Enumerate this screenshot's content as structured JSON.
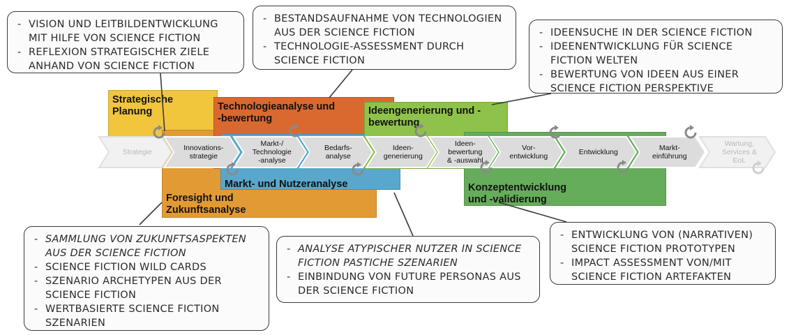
{
  "callouts": {
    "strategy": {
      "items": [
        "Vision und Leitbildentwicklung mit Hilfe von Science Fiction",
        "Reflexion strategischer Ziele anhand von Science Fiction"
      ]
    },
    "technology": {
      "items": [
        "Bestandsaufnahme von Technologien aus der Science Fiction",
        "Technologie-Assessment durch Science Fiction"
      ]
    },
    "ideas": {
      "items": [
        "Ideensuche in der Science Fiction",
        "Ideenentwicklung für Science Fiction Welten",
        "Bewertung von Ideen aus einer Science Fiction Perspektive"
      ]
    },
    "foresight": {
      "items": [
        "Sammlung von Zukunftsaspekten aus der Science Fiction",
        "Science Fiction Wild Cards",
        "Szenario Archetypen aus der Science Fiction",
        "Wertbasierte Science Fiction Szenarien"
      ]
    },
    "market": {
      "items": [
        "Analyse atypischer Nutzer in Science Fiction Pastiche Szenarien",
        "Einbindung von Future Personas aus der Science Fiction"
      ]
    },
    "concept": {
      "items": [
        "Entwicklung von (narrativen) Science Fiction Prototypen",
        "Impact Assessment von/mit Science Fiction Artefakten"
      ]
    }
  },
  "areas": {
    "strategic_planning": {
      "title": "Strategische Planung",
      "color": "#f1c53c"
    },
    "technology_analysis": {
      "title": "Technologieanalyse und -bewertung",
      "color": "#d9692f"
    },
    "idea_generation": {
      "title": "Ideengenerierung und -bewertung",
      "color": "#8fc24a"
    },
    "foresight": {
      "title": "Foresight und Zukunftsanalyse",
      "color": "#e29a35"
    },
    "market_analysis": {
      "title": "Markt- und Nutzeranalyse",
      "color": "#5aa7cc"
    },
    "concept_development": {
      "title": "Konzeptentwicklung und -validierung",
      "color": "#66ad5b"
    }
  },
  "stages": [
    {
      "label": "Strategie",
      "faded": true
    },
    {
      "label": "Innovations-\nstrategie",
      "faded": false
    },
    {
      "label": "Markt-/\nTechnologie\n-analyse",
      "faded": false
    },
    {
      "label": "Bedarfs-\nanalyse",
      "faded": false
    },
    {
      "label": "Ideen-\ngenerierung",
      "faded": false
    },
    {
      "label": "Ideen-\nbewertung\n& -auswahl",
      "faded": false
    },
    {
      "label": "Vor-\nentwicklung",
      "faded": false
    },
    {
      "label": "Entwicklung",
      "faded": false
    },
    {
      "label": "Markt-\neinführung",
      "faded": false
    },
    {
      "label": "Wartung,\nServices &\nEoL",
      "faded": true
    }
  ]
}
